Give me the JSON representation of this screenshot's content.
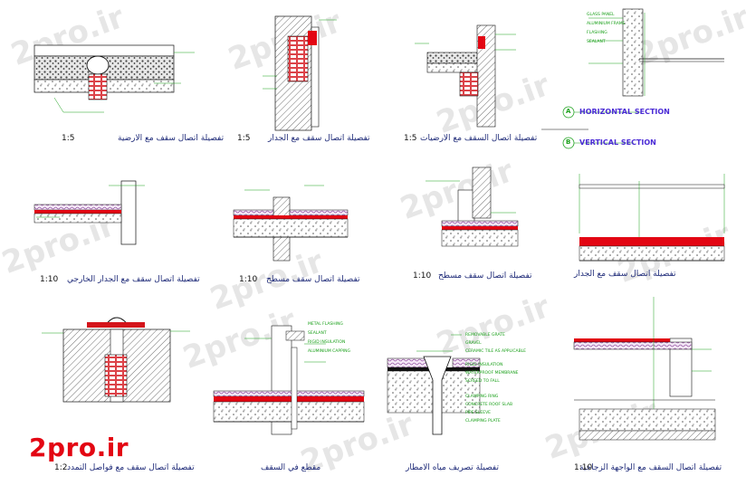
{
  "watermark": "2pro.ir",
  "brand": "2pro.ir",
  "colors": {
    "line": "#111111",
    "label": "#1aa01a",
    "caption": "#1e2a78",
    "brick": "#d4141b",
    "membrane": "#e30613",
    "insulation": "#7a2a8c",
    "section_title": "#4b2bd6"
  },
  "details": [
    {
      "caption": "تفصيلة اتصال سقف مع الارضية",
      "scale": "1:5"
    },
    {
      "caption": "تفصيلة اتصال سقف مع الجدار",
      "scale": "1:5"
    },
    {
      "caption": "تفصيلة اتصال السقف مع الارضيات",
      "scale": "1:5"
    },
    {
      "caption": "",
      "scale": ""
    },
    {
      "caption": "تفصيلة اتصال سقف مع الجدار الخارجي",
      "scale": "1:10"
    },
    {
      "caption": "تفصيلة اتصال سقف مسطح",
      "scale": "1:10"
    },
    {
      "caption": "تفصيلة اتصال سقف مسطح",
      "scale": "1:10"
    },
    {
      "caption": "تفصيلة اتصال سقف مع الجدار",
      "scale": ""
    },
    {
      "caption": "تفصيلة اتصال سقف مع فواصل التمدد",
      "scale": "1:2"
    },
    {
      "caption": "مقطع في السقف",
      "scale": ""
    },
    {
      "caption": "تفصيلة تصريف مياه الامطار",
      "scale": ""
    },
    {
      "caption": "تفصيلة اتصال السقف مع الواجهة الزجاجية",
      "scale": "1:10"
    }
  ],
  "section_titles": {
    "horizontal": "HORIZONTAL SECTION",
    "vertical": "VERTICAL SECTION",
    "marker_a": "A",
    "marker_b": "B"
  },
  "notes": {
    "drain": [
      "REMOVABLE GRATE",
      "GRAVEL",
      "CERAMIC TILE AS APPLICABLE",
      "RIGID INSULATION",
      "WATERPROOF MEMBRANE",
      "SCREED TO FALL",
      "CLAMPING RING",
      "CONCRETE ROOF SLAB",
      "PIPE SLEEVE",
      "CLAMPING PLATE"
    ],
    "roof_edge": [
      "METAL FLASHING",
      "SEALANT",
      "RIGID INSULATION",
      "ALUMINIUM CAPPING"
    ],
    "curtain_wall": [
      "GLASS PANEL",
      "ALUMINIUM FRAME",
      "FLASHING",
      "SEALANT"
    ]
  }
}
